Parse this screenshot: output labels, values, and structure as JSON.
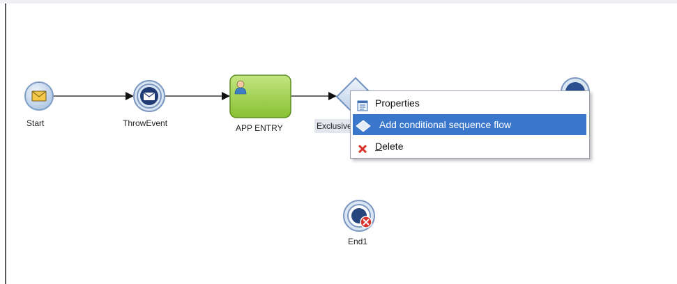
{
  "nodes": {
    "start": {
      "label": "Start",
      "type": "message-start-event"
    },
    "throw": {
      "label": "ThrowEvent",
      "type": "message-throw-event"
    },
    "task": {
      "label": "APP ENTRY",
      "type": "user-task"
    },
    "gateway": {
      "label": "Exclusive",
      "type": "exclusive-gateway"
    },
    "end": {
      "label": "End1",
      "type": "error-end-event"
    }
  },
  "context_menu": {
    "items": [
      {
        "label": "Properties",
        "icon": "properties-icon",
        "selected": false
      },
      {
        "label": "Add conditional sequence flow",
        "icon": "gateway-diamond-icon",
        "selected": true
      },
      {
        "label": "Delete",
        "icon": "delete-x-icon",
        "selected": false
      }
    ]
  },
  "colors": {
    "task_fill": "#9fd24f",
    "event_fill": "#d6e4f5",
    "menu_selection": "#3a76c9",
    "delete_red": "#d8312a"
  }
}
